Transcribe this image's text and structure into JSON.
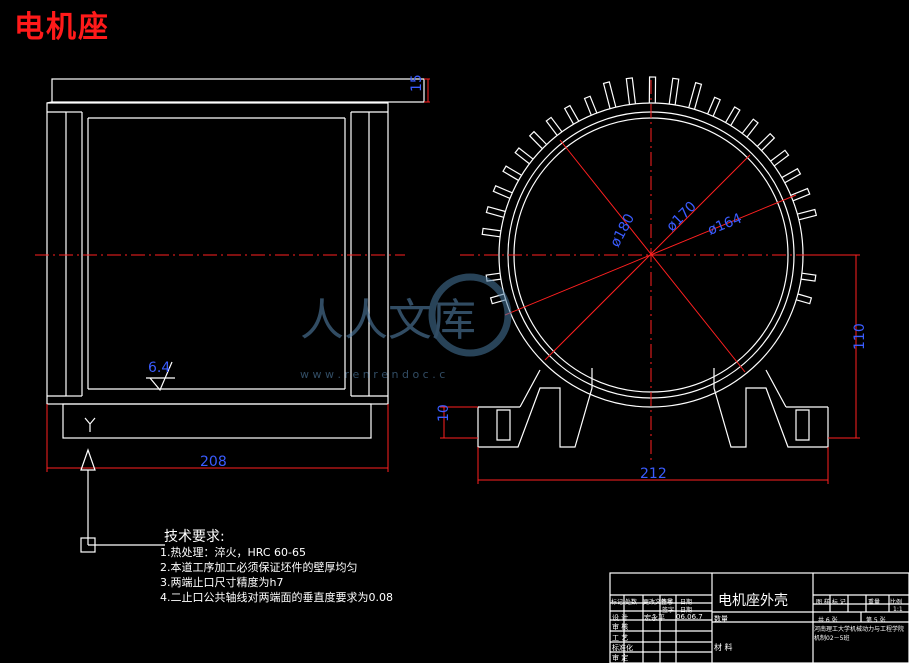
{
  "title": "电机座",
  "dimensions": {
    "top_thickness": "15",
    "width_left": "208",
    "roughness": "6.4",
    "dia_outer": "ø180",
    "dia_mid": "ø170",
    "dia_inner": "ø164",
    "base_width": "212",
    "center_height": "110",
    "base_height": "10"
  },
  "notes": {
    "heading": "技术要求:",
    "items": [
      "1.热处理：淬火，HRC 60-65",
      "2.本道工序加工必须保证坯件的壁厚均匀",
      "3.两端止口尺寸精度为h7",
      "4.二止口公共轴线对两端面的垂直度要求为0.08"
    ]
  },
  "title_block": {
    "part_name": "电机座外壳",
    "header_cells": [
      "标记",
      "处数",
      "更改文件号",
      "签字",
      "日期"
    ],
    "sign_row": [
      "签字",
      "日期"
    ],
    "design_label": "设 计",
    "designer": "宏永平",
    "design_date": "06.06.7",
    "rows": [
      "审 核",
      "工 艺",
      "标准化",
      "审 定"
    ],
    "qty_label": "数量",
    "material_label": "材 料",
    "right_header": [
      "图 样 标 记",
      "重量",
      "比例"
    ],
    "scale": "1:1",
    "sheets_total": "共 6 张",
    "sheet_no": "第 5 张",
    "school": "河南理工大学机械动力与工程学院 机制02－5班"
  },
  "watermark": {
    "text": "人人文库",
    "url": "w w w . r e n r e n d o c . c"
  }
}
